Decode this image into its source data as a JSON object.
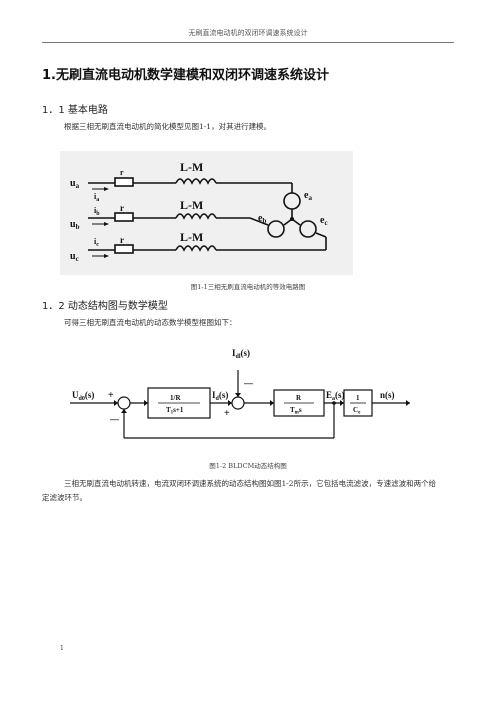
{
  "header": {
    "text": "无刷直流电动机的双闭环调速系统设计"
  },
  "title": "1.无刷直流电动机数学建模和双闭环调速系统设计",
  "section_1_1": {
    "heading": "1．1  基本电路",
    "paragraph": "根据三相无刷直流电动机的简化模型见图1-1，对其进行建模。"
  },
  "figure_1": {
    "caption": "图1-1三相无刷直流电动机的等效电路图",
    "labels": {
      "ua": "u",
      "ua_sub": "a",
      "ub": "u",
      "ub_sub": "b",
      "uc": "u",
      "uc_sub": "c",
      "ia": "i",
      "ia_sub": "a",
      "ib": "i",
      "ib_sub": "b",
      "ic": "i",
      "ic_sub": "c",
      "r": "r",
      "lm": "L-M",
      "ea": "e",
      "ea_sub": "a",
      "eb": "e",
      "eb_sub": "b",
      "ec": "e",
      "ec_sub": "c"
    }
  },
  "section_1_2": {
    "heading": "1．2  动态结构图与数学模型",
    "paragraph": "可得三相无刷直流电动机的动态数学模型框图如下："
  },
  "figure_2": {
    "caption": "图1-2  BLDCM动态结构图",
    "labels": {
      "input": "U",
      "input_sub": "d0",
      "input_tail": "(s)",
      "plus1": "+",
      "minus1": "—",
      "block1_num": "1/R",
      "block1_den": "T",
      "block1_den_sub": "1",
      "block1_den_tail": "s+1",
      "id": "I",
      "id_sub": "d",
      "id_tail": "(s)",
      "idl": "I",
      "idl_sub": "dl",
      "idl_tail": "(s)",
      "minus2": "—",
      "plus2": "+",
      "block2_num": "R",
      "block2_den": "T",
      "block2_den_sub": "m",
      "block2_den_tail": "s",
      "e": "E",
      "e_sub": "a",
      "e_tail": "(s)",
      "block3_num": "1",
      "block3_den": "C",
      "block3_den_sub": "e",
      "output": "n(s)"
    }
  },
  "closing_paragraph": "三相无刷直流电动机转速，电流双闭环调速系统的动态结构图如图1-2所示，它包括电流滤波，专速滤波和两个给定滤波环节。",
  "page_number": "1"
}
